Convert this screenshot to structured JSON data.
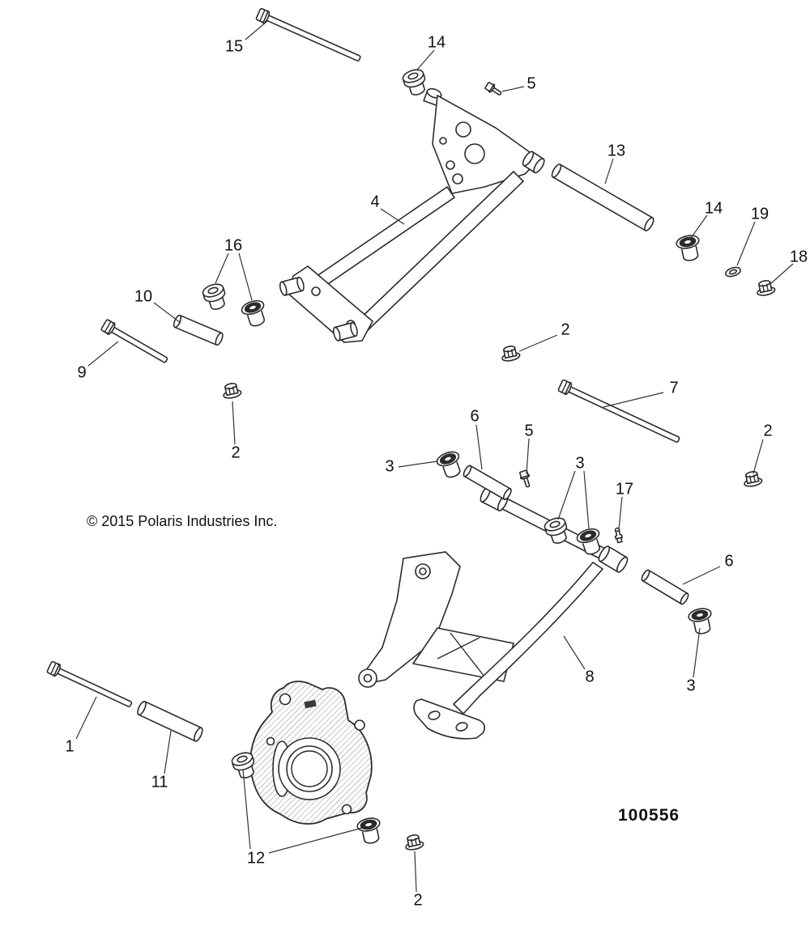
{
  "meta": {
    "copyright": "© 2015 Polaris Industries Inc.",
    "figure_number": "100556"
  },
  "callouts": [
    {
      "label": "15"
    },
    {
      "label": "14"
    },
    {
      "label": "5"
    },
    {
      "label": "13"
    },
    {
      "label": "14"
    },
    {
      "label": "19"
    },
    {
      "label": "18"
    },
    {
      "label": "4"
    },
    {
      "label": "16"
    },
    {
      "label": "10"
    },
    {
      "label": "9"
    },
    {
      "label": "2"
    },
    {
      "label": "2"
    },
    {
      "label": "7"
    },
    {
      "label": "6"
    },
    {
      "label": "5"
    },
    {
      "label": "3"
    },
    {
      "label": "3"
    },
    {
      "label": "17"
    },
    {
      "label": "2"
    },
    {
      "label": "6"
    },
    {
      "label": "3"
    },
    {
      "label": "8"
    },
    {
      "label": "1"
    },
    {
      "label": "11"
    },
    {
      "label": "12"
    },
    {
      "label": "2"
    }
  ]
}
